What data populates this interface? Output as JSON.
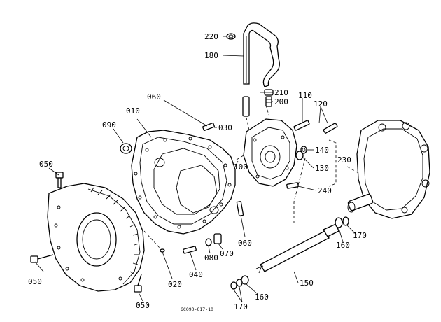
{
  "diagram": {
    "labels": {
      "p010": "010",
      "p020": "020",
      "p030": "030",
      "p040": "040",
      "p050a": "050",
      "p050b": "050",
      "p050c": "050",
      "p060a": "060",
      "p060b": "060",
      "p070": "070",
      "p080": "080",
      "p090": "090",
      "p100": "100",
      "p110": "110",
      "p120": "120",
      "p130": "130",
      "p140": "140",
      "p150": "150",
      "p160a": "160",
      "p160b": "160",
      "p170a": "170",
      "p170b": "170",
      "p180": "180",
      "p200": "200",
      "p210": "210",
      "p220": "220",
      "p230": "230",
      "p240": "240"
    },
    "drawing_code": "6C090-017-10"
  }
}
